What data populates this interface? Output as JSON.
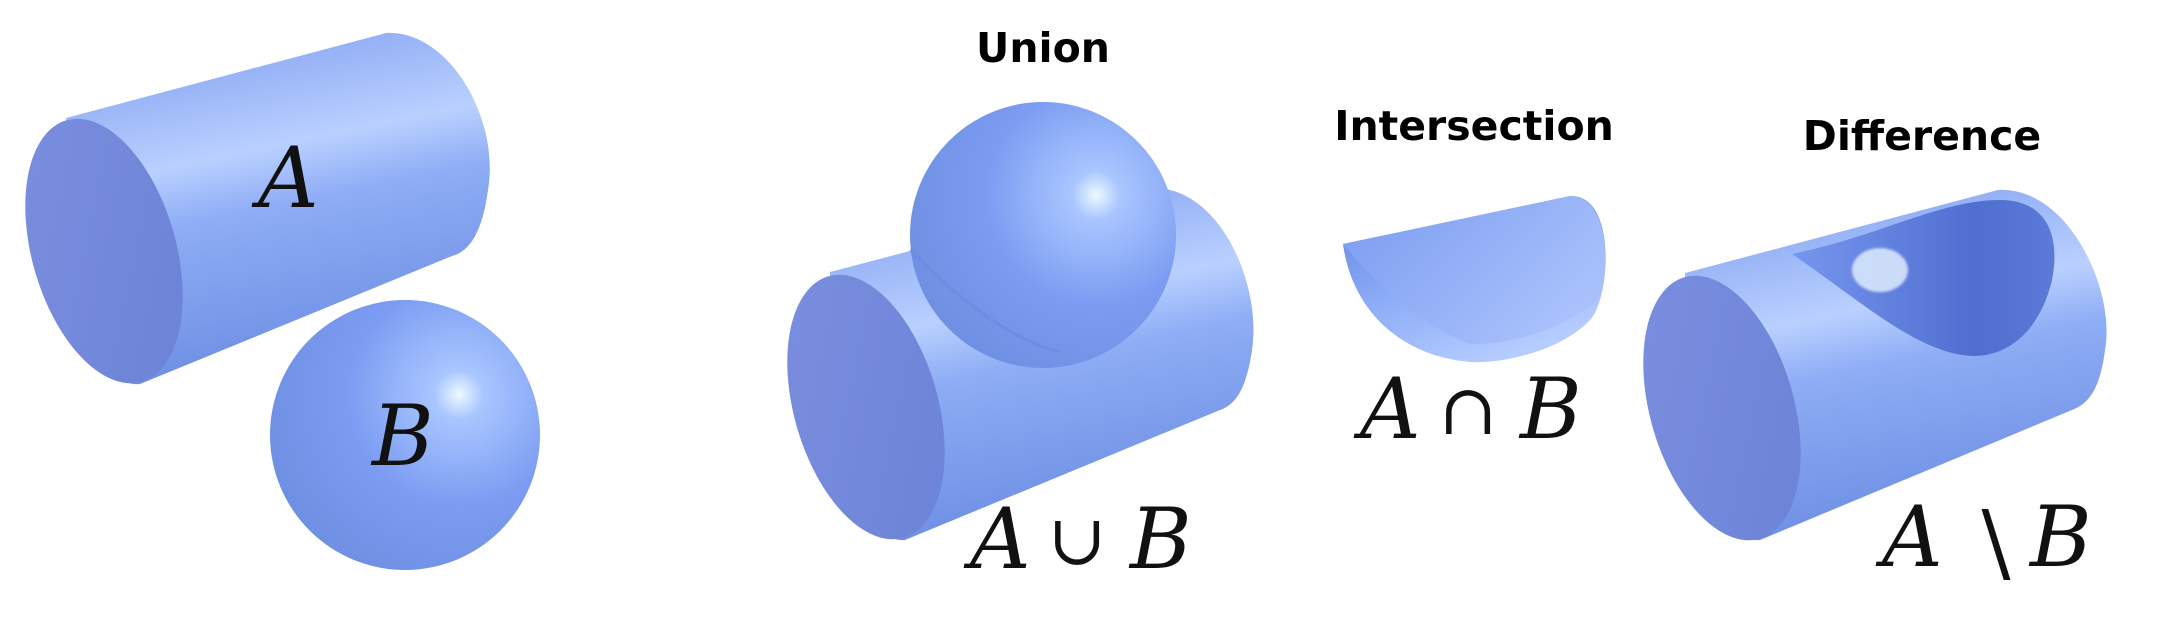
{
  "labels": {
    "a": "A",
    "b": "B"
  },
  "panels": {
    "union": {
      "title": "Union",
      "operator": "∪"
    },
    "intersection": {
      "title": "Intersection",
      "operator": "∩"
    },
    "difference": {
      "title": "Difference",
      "operator": "\\"
    }
  },
  "colors": {
    "shape_base": "#7b9cf0",
    "shape_light": "#a9c1ff",
    "shape_dark": "#5f7fdc",
    "face": "#7388dc",
    "highlight": "#e8f5ff"
  }
}
